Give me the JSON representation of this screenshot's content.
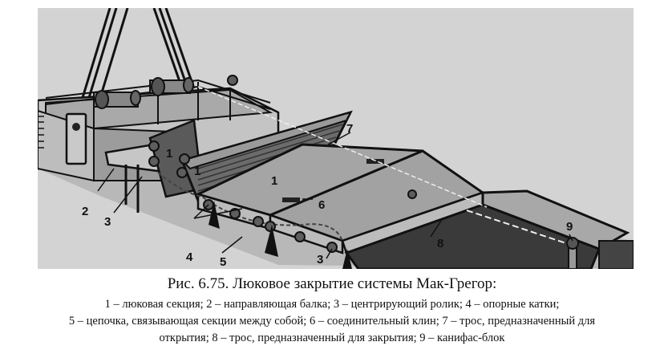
{
  "figure": {
    "description": "MacGregor hatch cover system on ship deck",
    "colors": {
      "background": "#d3d3d3",
      "deck": "#b5b5b5",
      "panel_light": "#9e9e9e",
      "panel_dark": "#5a5a5a",
      "hold": "#3a3a3a",
      "outline": "#111111"
    },
    "labels": [
      {
        "id": "1a",
        "text": "1"
      },
      {
        "id": "1b",
        "text": "1"
      },
      {
        "id": "1c",
        "text": "1"
      },
      {
        "id": "2",
        "text": "2"
      },
      {
        "id": "3a",
        "text": "3"
      },
      {
        "id": "3b",
        "text": "3"
      },
      {
        "id": "4",
        "text": "4"
      },
      {
        "id": "5",
        "text": "5"
      },
      {
        "id": "6",
        "text": "6"
      },
      {
        "id": "7",
        "text": "7"
      },
      {
        "id": "8",
        "text": "8"
      },
      {
        "id": "9",
        "text": "9"
      }
    ]
  },
  "caption": {
    "title": "Рис. 6.75. Люковое закрытие системы Мак-Грегор:",
    "line1": "1 – люковая секция; 2 – направляющая балка; 3 – центрирующий ролик; 4 – опорные катки;",
    "line2": "5 – цепочка, связывающая секции между собой; 6 – соединительный клин; 7 – трос, предназначенный для",
    "line3": "открытия; 8 – трос, предназначенный для закрытия; 9 – канифас-блок"
  },
  "legend": [
    {
      "num": "1",
      "text": "люковая секция"
    },
    {
      "num": "2",
      "text": "направляющая балка"
    },
    {
      "num": "3",
      "text": "центрирующий ролик"
    },
    {
      "num": "4",
      "text": "опорные катки"
    },
    {
      "num": "5",
      "text": "цепочка, связывающая секции между собой"
    },
    {
      "num": "6",
      "text": "соединительный клин"
    },
    {
      "num": "7",
      "text": "трос, предназначенный для открытия"
    },
    {
      "num": "8",
      "text": "трос, предназначенный для закрытия"
    },
    {
      "num": "9",
      "text": "канифас-блок"
    }
  ]
}
